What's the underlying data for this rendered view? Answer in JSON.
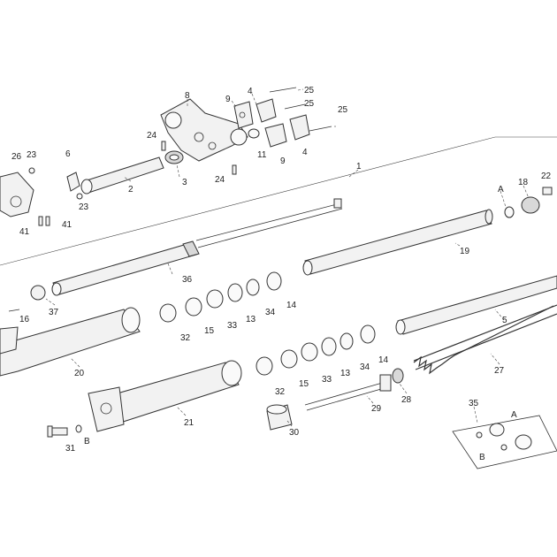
{
  "callouts": {
    "c1": "1",
    "c2": "2",
    "c3": "3",
    "c4a": "4",
    "c4b": "4",
    "c5": "5",
    "c6": "6",
    "c8": "8",
    "c9a": "9",
    "c9b": "9",
    "c11": "11",
    "c13a": "13",
    "c13b": "13",
    "c14a": "14",
    "c14b": "14",
    "c15a": "15",
    "c15b": "15",
    "c16": "16",
    "c18": "18",
    "c19": "19",
    "c20": "20",
    "c21": "21",
    "c22": "22",
    "c23a": "23",
    "c23b": "23",
    "c24a": "24",
    "c24b": "24",
    "c25a": "25",
    "c25b": "25",
    "c25c": "25",
    "c26": "26",
    "c27": "27",
    "c28": "28",
    "c29": "29",
    "c30": "30",
    "c31": "31",
    "c32a": "32",
    "c32b": "32",
    "c33a": "33",
    "c33b": "33",
    "c34a": "34",
    "c34b": "34",
    "c35": "35",
    "c36": "36",
    "c37": "37",
    "c41a": "41",
    "c41b": "41",
    "cA1": "A",
    "cA2": "A",
    "cB1": "B",
    "cB2": "B"
  }
}
